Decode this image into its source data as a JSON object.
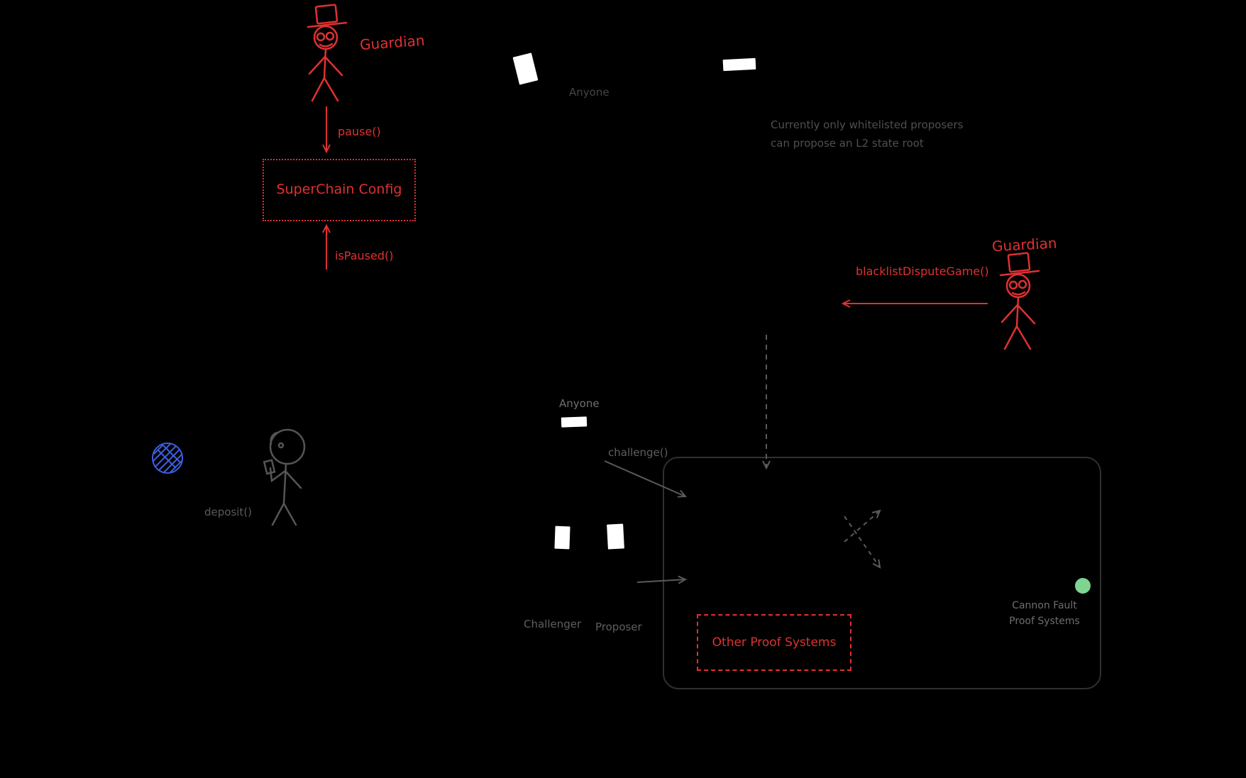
{
  "colors": {
    "background": "#000000",
    "accent_red": "#e03131",
    "gray_label": "#5f5f5f",
    "note_gray": "#4f4f4f",
    "token_blue": "#3d5fe0",
    "status_green": "#7ed491"
  },
  "diagram": {
    "guardian_top_label": "Guardian",
    "pause_label": "pause()",
    "is_paused_label": "isPaused()",
    "superchain_config_label": "SuperChain\nConfig",
    "anyone_top_label": "Anyone",
    "whitelist_note": "Currently only whitelisted proposers\ncan propose an L2 state root",
    "guardian_right_label": "Guardian",
    "blacklist_label": "blacklistDisputeGame()",
    "anyone_mid_label": "Anyone",
    "challenge_label": "challenge()",
    "deposit_label": "deposit()",
    "challenger_label": "Challenger",
    "proposer_label": "Proposer",
    "cannon_label": "Cannon Fault\nProof Systems",
    "other_proof_label": "Other Proof Systems"
  }
}
